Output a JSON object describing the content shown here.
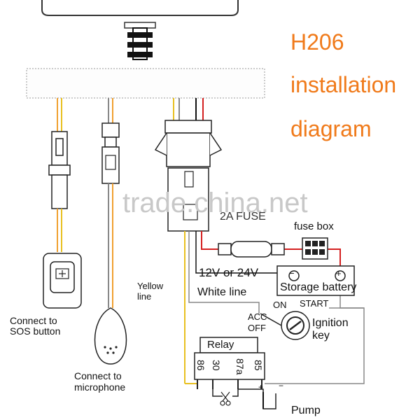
{
  "title": {
    "line1": "H206",
    "line2": "installation",
    "line3": "diagram"
  },
  "labels": {
    "sos": [
      "Connect to",
      "SOS button"
    ],
    "microphone": [
      "Connect to",
      "microphone"
    ],
    "yellow_line": [
      "Yellow",
      "line"
    ],
    "fuse": "2A FUSE",
    "fuse_box": "fuse box",
    "voltage": "12V or 24V",
    "battery": "Storage battery",
    "white_line": "White line",
    "on": "ON",
    "start": "START",
    "acc": "ACC",
    "off": "OFF",
    "ignition": [
      "Ignition",
      "key"
    ],
    "relay": "Relay",
    "relay_pins": [
      "86",
      "30",
      "87a",
      "85"
    ],
    "pump": "Pump",
    "minus": "−",
    "plus": "+"
  },
  "watermark": "trade.china.net",
  "colors": {
    "title": "#f07a1a",
    "red_wire": "#d42020",
    "yellow_wire": "#e8c020",
    "orange_wire": "#f0a030",
    "grey_wire": "#888888",
    "black_wire": "#111111",
    "watermark": "#c8c8c8"
  }
}
